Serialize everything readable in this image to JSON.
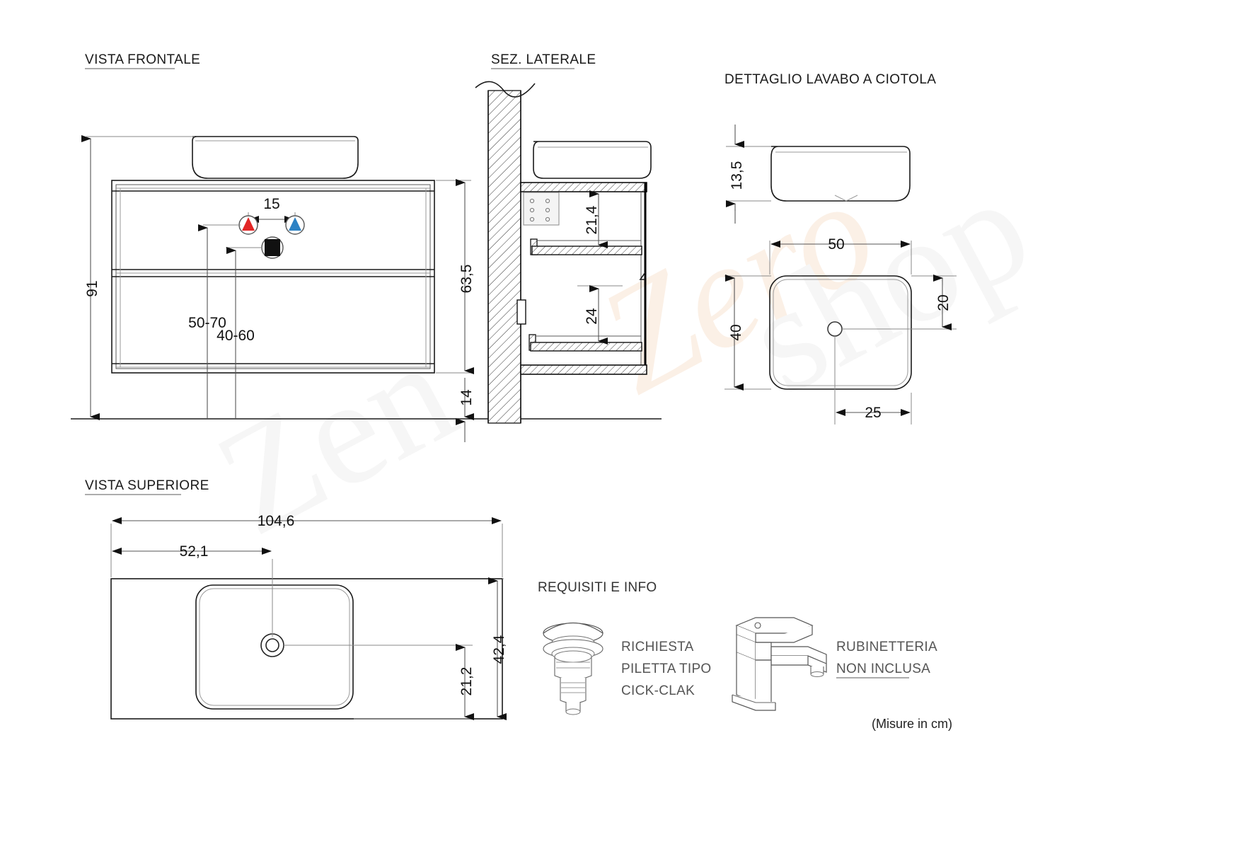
{
  "drawing": {
    "units_note": "(Misure in cm)",
    "views": {
      "front": {
        "title": "VISTA FRONTALE"
      },
      "side": {
        "title": "SEZ. LATERALE"
      },
      "basin": {
        "title": "DETTAGLIO LAVABO A CIOTOLA"
      },
      "top": {
        "title": "VISTA SUPERIORE"
      },
      "info": {
        "title": "REQUISITI E INFO"
      }
    },
    "dimensions": {
      "front_total_height": "91",
      "front_tap_spacing": "15",
      "front_hot_cold_height": "50-70",
      "front_drain_height": "40-60",
      "side_cabinet_height": "63,5",
      "side_floor_gap": "14",
      "side_upper_drawer": "21,4",
      "side_lower_drawer": "24",
      "basin_height": "13,5",
      "basin_width": "50",
      "basin_depth": "40",
      "basin_drain_from_back": "20",
      "basin_drain_from_left": "25",
      "top_total_width": "104,6",
      "top_drain_from_left": "52,1",
      "top_depth": "42,4",
      "top_drain_from_front": "21,2"
    },
    "taps": {
      "hot_label": "hot-water-marker",
      "cold_label": "cold-water-marker",
      "drain_label": "drain-marker"
    },
    "info_items": [
      {
        "id": "drain",
        "lines": [
          "RICHIESTA",
          "PILETTA TIPO",
          "CICK-CLAK"
        ]
      },
      {
        "id": "faucet",
        "lines": [
          "RUBINETTERIA",
          "NON INCLUSA"
        ]
      }
    ],
    "info_text": {
      "drain_l1": "RICHIESTA",
      "drain_l2": "PILETTA TIPO",
      "drain_l3": "CICK-CLAK",
      "faucet_l1": "RUBINETTERIA",
      "faucet_l2": "NON INCLUSA"
    },
    "watermark": {
      "text_a": "Zen",
      "text_b": "shop",
      "text_c": "Zero"
    }
  }
}
